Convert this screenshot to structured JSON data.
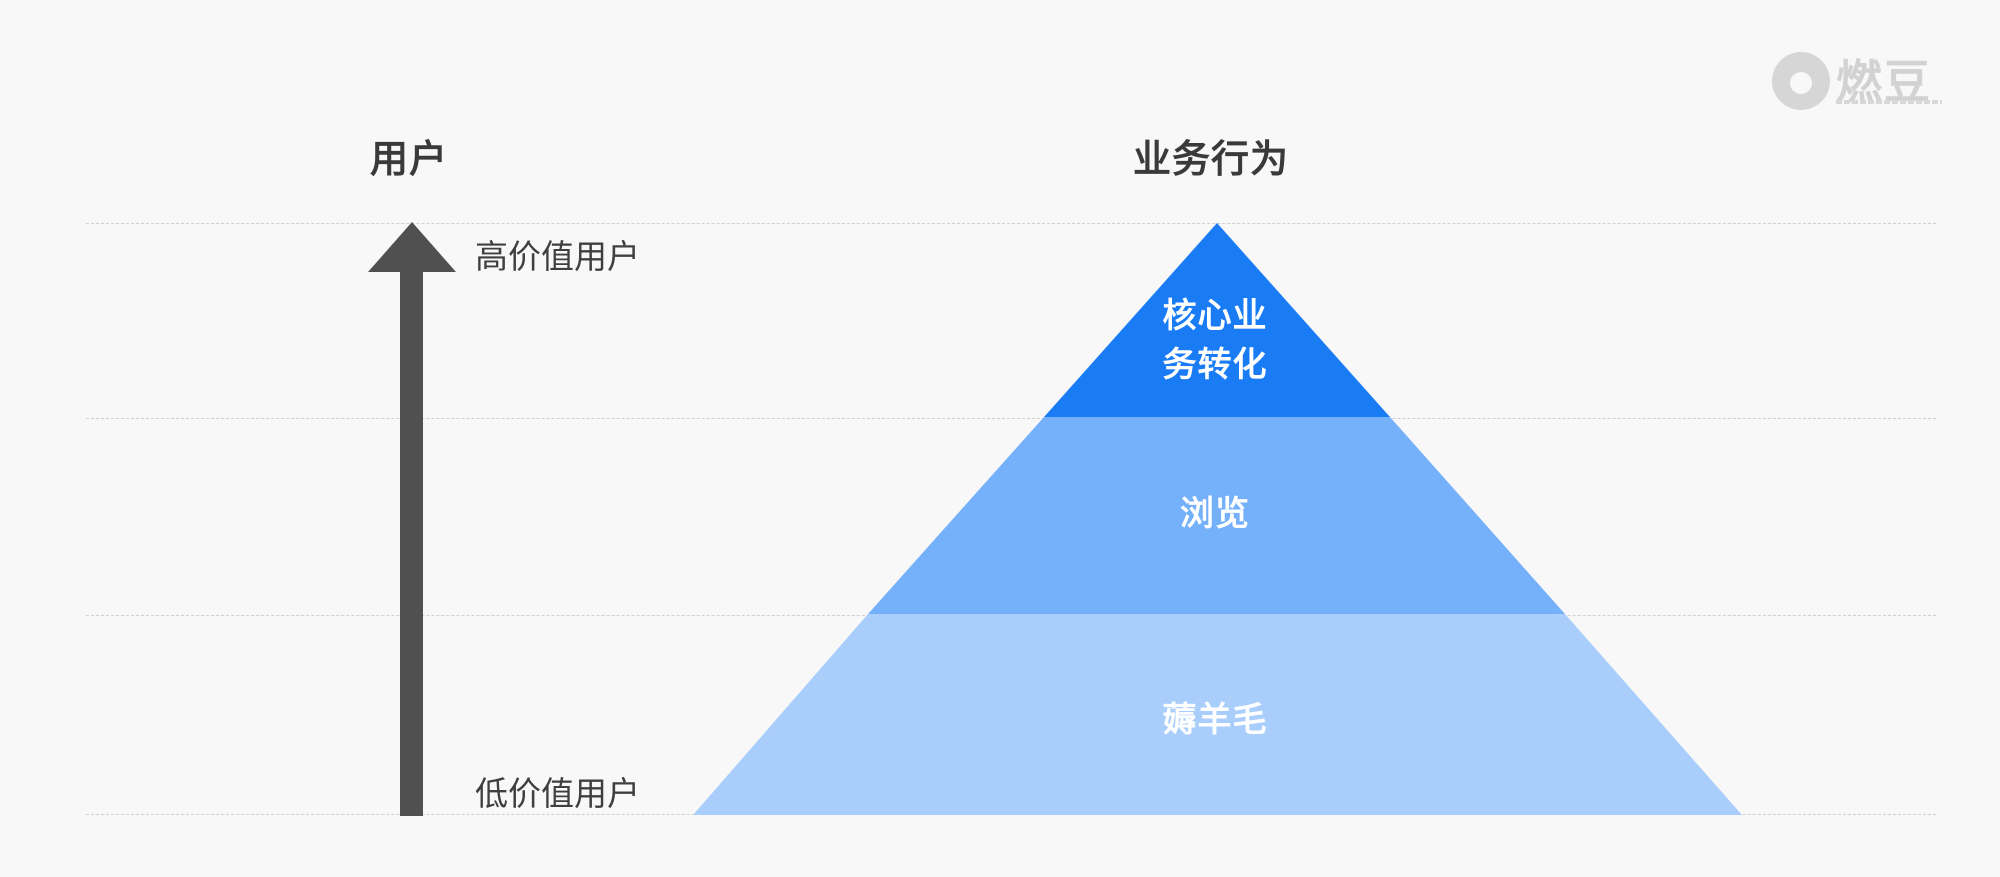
{
  "headings": {
    "user": "用户",
    "behavior": "业务行为"
  },
  "levels": {
    "high": "高价值用户",
    "low": "低价值用户"
  },
  "pyramid": {
    "tiers": [
      {
        "label": "核心业务转化",
        "line1": "核心业",
        "line2": "务转化",
        "color": "#1a7cf5"
      },
      {
        "label": "浏览",
        "color": "#75b0fb"
      },
      {
        "label": "薅羊毛",
        "color": "#aacefc"
      }
    ]
  },
  "logo": {
    "text": "燃豆"
  },
  "colors": {
    "background": "#f8f8f8",
    "arrow": "#505050",
    "guide": "#cfcfcf",
    "text": "#3a3a3a"
  }
}
